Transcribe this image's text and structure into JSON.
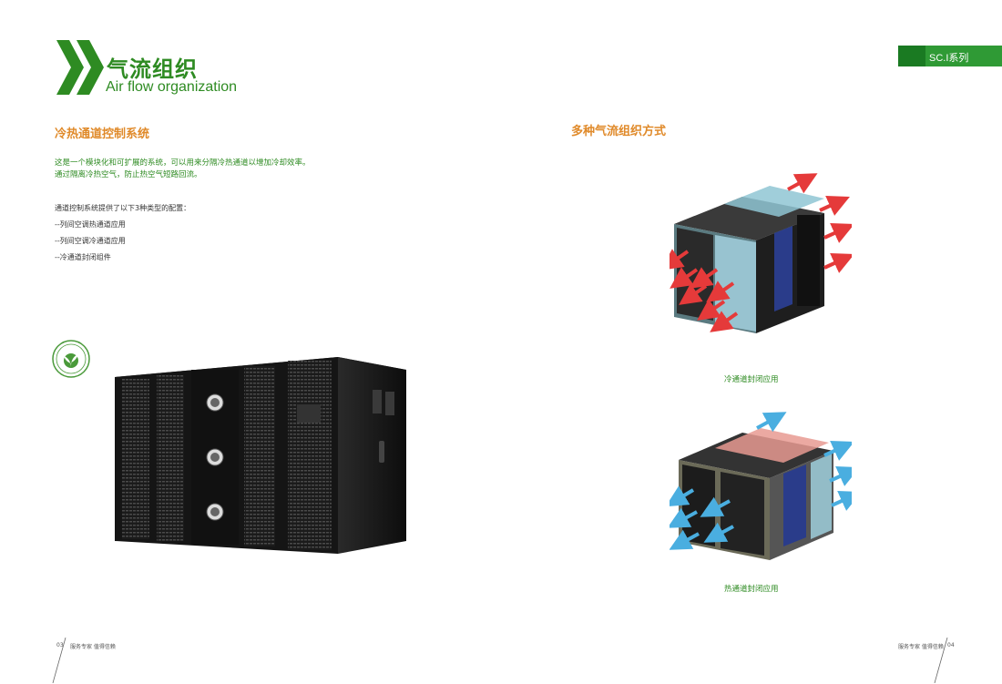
{
  "header": {
    "title_zh": "气流组织",
    "title_en": "Air flow organization",
    "series_tag": "SC.I系列",
    "brand_color": "#2e8b22"
  },
  "left": {
    "heading": "冷热通道控制系统",
    "intro_lines": [
      "这是一个模块化和可扩展的系统，可以用来分隔冷热通道以增加冷却效率。",
      "通过隔离冷热空气，防止热空气短路回流。"
    ],
    "config_lines": [
      "通道控制系统提供了以下3种类型的配置：",
      "--列间空调热通道应用",
      "--列间空调冷通道应用",
      "--冷通道封闭组件"
    ]
  },
  "right": {
    "heading": "多种气流组织方式",
    "caption_cold": "冷通道封闭应用",
    "caption_hot": "热通道封闭应用"
  },
  "footer": {
    "left_page": "03",
    "left_slogan": "服务专家  值得信赖",
    "right_slogan": "服务专家  值得信赖",
    "right_page": "04"
  },
  "icons": [
    "chevron-logo-icon",
    "green-certification-badge-icon"
  ]
}
